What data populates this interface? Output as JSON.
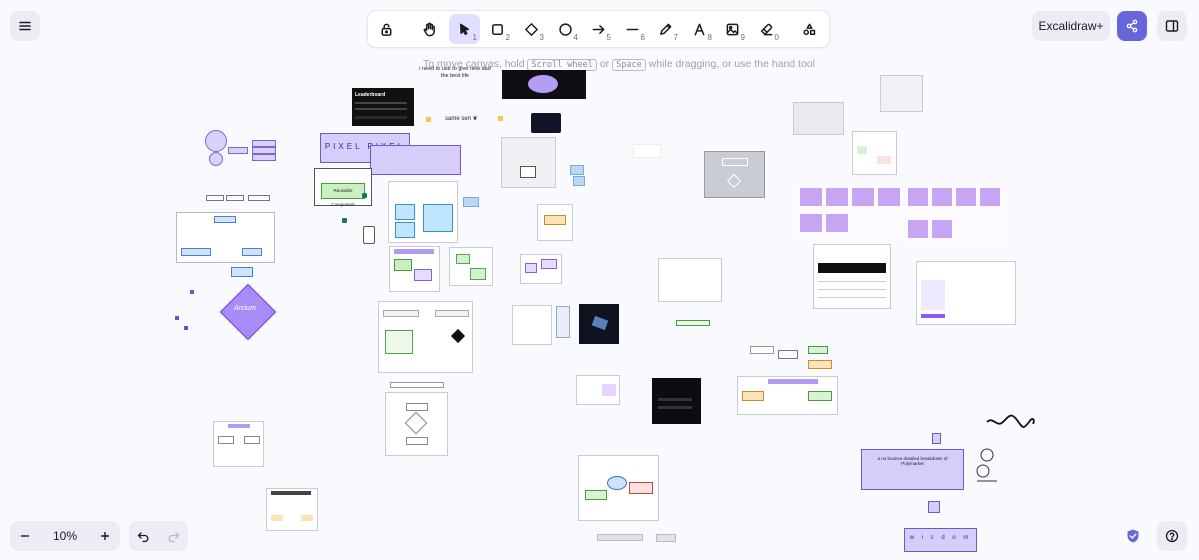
{
  "menu": {
    "icon": "hamburger-icon"
  },
  "toolbar": {
    "tools": [
      {
        "name": "lock",
        "key": ""
      },
      {
        "name": "hand",
        "key": ""
      },
      {
        "name": "selection",
        "key": "1"
      },
      {
        "name": "rectangle",
        "key": "2"
      },
      {
        "name": "diamond",
        "key": "3"
      },
      {
        "name": "ellipse",
        "key": "4"
      },
      {
        "name": "arrow",
        "key": "5"
      },
      {
        "name": "line",
        "key": "6"
      },
      {
        "name": "draw",
        "key": "7"
      },
      {
        "name": "text",
        "key": "8"
      },
      {
        "name": "image",
        "key": "9"
      },
      {
        "name": "eraser",
        "key": "0"
      },
      {
        "name": "more-tools",
        "key": ""
      }
    ]
  },
  "hint": {
    "prefix": "To move canvas, hold",
    "key1": "Scroll wheel",
    "or": "or",
    "key2": "Space",
    "suffix": "while dragging, or use the hand tool"
  },
  "header": {
    "plus_label": "Excalidraw+"
  },
  "footer": {
    "zoom": "10%"
  },
  "canvas": {
    "texts": {
      "note": "i need to use to give new dad the best life",
      "same_sen": "same sen ❦",
      "leaderboard": "Leaderboard",
      "pixer": "PIXEL PIXEL",
      "reusable": "Reusable Component",
      "arcium": "Arcium",
      "wisdom": "w i s d o m",
      "breakdown": "a no bounce detailed breakdown of Polymarket"
    }
  },
  "colors": {
    "accent": "#6965db",
    "purple_fill": "#d6cdfb"
  }
}
